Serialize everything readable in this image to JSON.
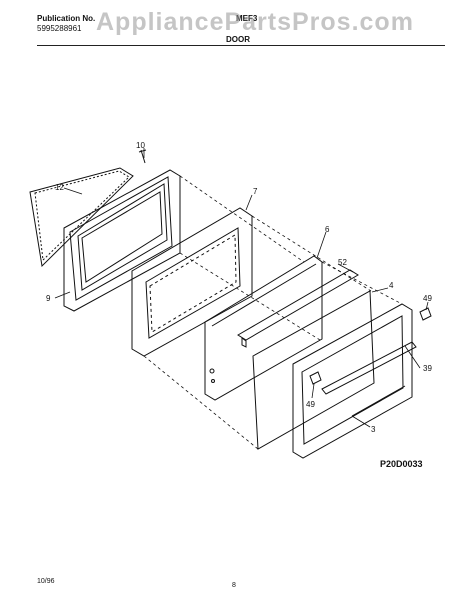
{
  "header": {
    "publication_label": "Publication No.",
    "publication_number": "5995288961",
    "model": "MEF3",
    "section_title": "DOOR",
    "watermark": "AppliancePartsPros.com"
  },
  "parts": {
    "p10": "10",
    "p12": "12",
    "p7": "7",
    "p9": "9",
    "p6": "6",
    "p52": "52",
    "p4": "4",
    "p49a": "49",
    "p39": "39",
    "p49b": "49",
    "p3": "3"
  },
  "footer": {
    "figure_id": "P20D0033",
    "date": "10/96",
    "page": "8"
  }
}
